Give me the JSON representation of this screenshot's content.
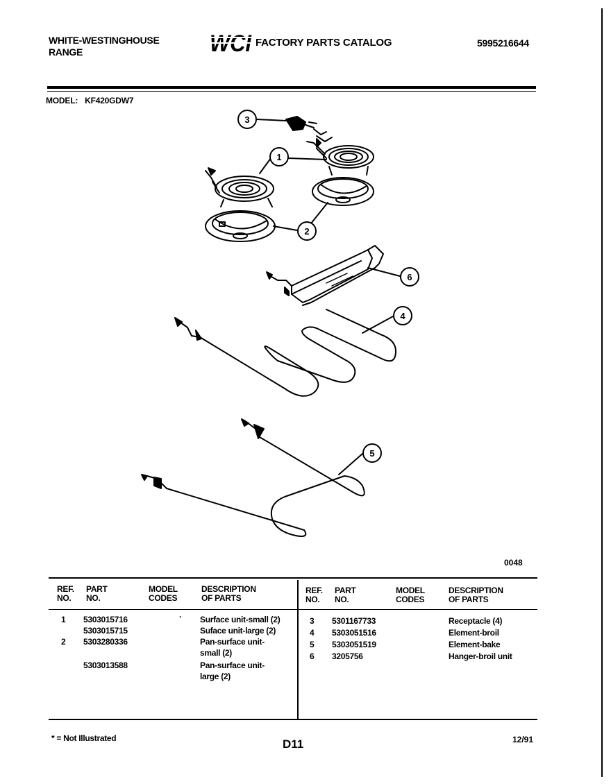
{
  "header": {
    "brand_line1": "WHITE-WESTINGHOUSE",
    "brand_line2": "RANGE",
    "logo_text": "WCI",
    "catalog_title": "FACTORY PARTS CATALOG",
    "document_number": "5995216644"
  },
  "model": {
    "label": "MODEL:",
    "value": "KF420GDW7"
  },
  "diagram": {
    "callouts": [
      "1",
      "2",
      "3",
      "4",
      "5",
      "6"
    ],
    "figure_id": "0048"
  },
  "table": {
    "headers": {
      "ref_no": [
        "REF.",
        "NO."
      ],
      "part_no": [
        "PART",
        "NO."
      ],
      "model_codes": [
        "MODEL",
        "CODES"
      ],
      "description": [
        "DESCRIPTION",
        "OF PARTS"
      ]
    },
    "left_rows": [
      {
        "ref": "1",
        "part": "5303015716",
        "model_code": "·",
        "description": "Surface unit-small (2)"
      },
      {
        "ref": "",
        "part": "5303015715",
        "model_code": "",
        "description": "Suface unit-large (2)"
      },
      {
        "ref": "2",
        "part": "5303280336",
        "model_code": "",
        "description": "Pan-surface unit-"
      },
      {
        "ref": "",
        "part": "",
        "model_code": "",
        "description": "small (2)"
      },
      {
        "ref": "",
        "part": "5303013588",
        "model_code": "",
        "description": "Pan-surface unit-"
      },
      {
        "ref": "",
        "part": "",
        "model_code": "",
        "description": "large (2)"
      }
    ],
    "right_rows": [
      {
        "ref": "3",
        "part": "5301167733",
        "model_code": "",
        "description": "Receptacle (4)"
      },
      {
        "ref": "4",
        "part": "5303051516",
        "model_code": "",
        "description": "Element-broil"
      },
      {
        "ref": "5",
        "part": "5303051519",
        "model_code": "",
        "description": "Element-bake"
      },
      {
        "ref": "6",
        "part": "3205756",
        "model_code": "",
        "description": "Hanger-broil unit"
      }
    ]
  },
  "footer": {
    "footnote": "* = Not Illustrated",
    "page_number": "D11",
    "date": "12/91"
  }
}
